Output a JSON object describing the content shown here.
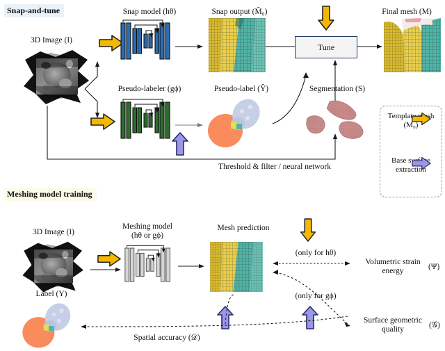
{
  "figure": {
    "sections": [
      {
        "id": "snap-and-tune",
        "title": "Snap-and-tune"
      },
      {
        "id": "meshing-model-training",
        "title": "Meshing model training"
      }
    ]
  },
  "snap_and_tune": {
    "input_label": "3D Image  (I)",
    "snap_model_label": "Snap model  (hθ)",
    "snap_output_label": "Snap output  (M̃₀)",
    "tune_box_label": "Tune",
    "final_mesh_label": "Final mesh  (M)",
    "pseudo_labeler_label": "Pseudo-labeler  (gϕ)",
    "pseudo_label_label": "Pseudo-label  (Ŷ)",
    "segmentation_label": "Segmentation  (S)",
    "feedback_label": "Threshold & filter / neural network"
  },
  "legend": {
    "items": [
      {
        "icon": "yellow-block-arrow-icon",
        "color": "#F5B800",
        "line1": "Template mesh",
        "line2": "(M₀)"
      },
      {
        "icon": "purple-block-arrow-icon",
        "color": "#9a97e8",
        "line1": "Base surface",
        "line2": "extraction"
      }
    ]
  },
  "meshing_training": {
    "input_label": "3D Image  (I)",
    "label_label": "Label  (Y)",
    "model_label_line1": "Meshing model",
    "model_label_line2": "(hθ  or  gϕ)",
    "mesh_prediction_label": "Mesh prediction",
    "only_for_h": "(only for hθ)",
    "only_for_g": "(only for gϕ)",
    "volumetric_line1": "Volumetric strain",
    "volumetric_line2": "energy",
    "volumetric_symbol": "(Ψ)",
    "surface_line1": "Surface geometric",
    "surface_line2": "quality",
    "surface_symbol": "(𝒢)",
    "spatial_accuracy_label": "Spatial accuracy  (𝒟)"
  },
  "colors": {
    "yellow_arrow": "#F5B800",
    "yellow_arrow_stroke": "#222222",
    "purple_arrow": "#9a97e8",
    "purple_arrow_stroke": "#2a2a6a",
    "tune_border": "#1f3864",
    "snap_unet": "#2b6cb0",
    "pseudo_unet": "#2f6b2f",
    "mesh_unet": "#b8b8b8",
    "mesh_yellow": "#e8c43c",
    "mesh_teal": "#4fb3a5",
    "segmentation": "#c98b8b",
    "label_orange": "#f98b5c",
    "label_blue": "#c6cfe6",
    "section_a_bg": "#e9f2f8",
    "section_b_bg": "#fbfbe8"
  }
}
